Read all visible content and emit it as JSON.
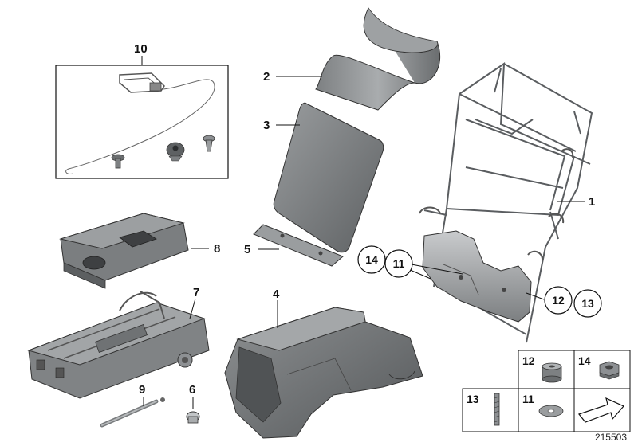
{
  "callouts": {
    "c1": "1",
    "c2": "2",
    "c3": "3",
    "c4": "4",
    "c5": "5",
    "c6": "6",
    "c7": "7",
    "c8": "8",
    "c9": "9",
    "c10": "10",
    "c11": "11",
    "c12": "12",
    "c13": "13",
    "c14": "14"
  },
  "legend": {
    "l12": "12",
    "l14": "14",
    "l13": "13",
    "l11": "11"
  },
  "part_number": "215503",
  "colors": {
    "part_dark": "#6b6e70",
    "part_mid": "#8d9093",
    "part_light": "#b3b6b8",
    "wire": "#555a5e"
  },
  "icons": {
    "arrow": "right-arrow-icon"
  }
}
